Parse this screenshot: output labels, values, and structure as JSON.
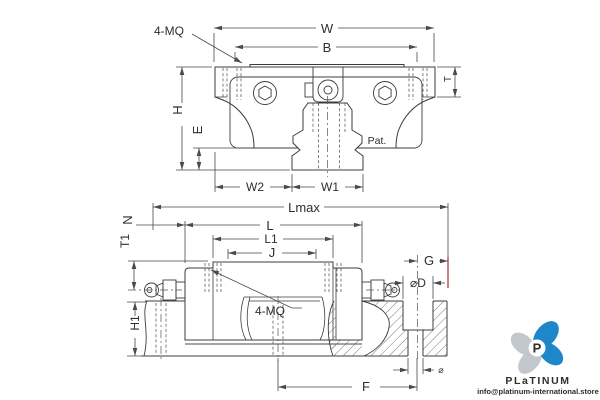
{
  "drawing": {
    "type": "technical-drawing-linear-guide",
    "front_view": {
      "labels": {
        "mq": "4-MQ",
        "w": "W",
        "b": "B",
        "h": "H",
        "e": "E",
        "t": "T",
        "w2": "W2",
        "w1": "W1",
        "pat": "Pat."
      }
    },
    "side_view": {
      "labels": {
        "lmax": "Lmax",
        "l": "L",
        "l1": "L1",
        "j": "J",
        "n": "N",
        "t1": "T1",
        "h1": "H1",
        "g": "G",
        "d": "⌀D",
        "f": "F",
        "mq": "4-MQ",
        "dia_small": "⌀"
      }
    },
    "colors": {
      "line": "#3c3c3c",
      "dimension": "#4a4a4a",
      "hatch": "#6a6a6a",
      "red_extension": "#a03434",
      "logo_blue": "#1d87c9",
      "logo_gray": "#c2c7cd"
    }
  },
  "watermark": {
    "brand": "PLaTINUM",
    "tagline": "info@platinum-international.store"
  }
}
